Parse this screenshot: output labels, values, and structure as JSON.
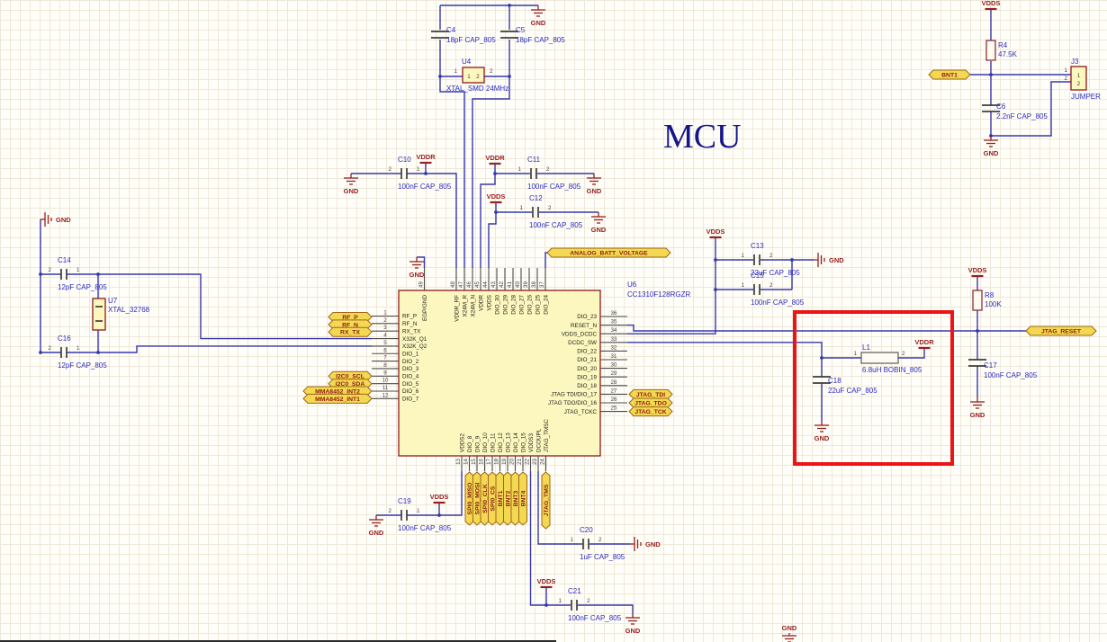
{
  "title": "MCU",
  "power": {
    "vdds": "VDDS",
    "vddr": "VDDR",
    "gnd": "GND"
  },
  "pin_numbers": {
    "p1": "1",
    "p2": "2"
  },
  "components": {
    "C4": {
      "ref": "C4",
      "value": "18pF CAP_805"
    },
    "C5": {
      "ref": "C5",
      "value": "18pF CAP_805"
    },
    "U4": {
      "ref": "U4",
      "value": "XTAL_SMD 24MHz"
    },
    "C6": {
      "ref": "C6",
      "value": "2.2nF CAP_805"
    },
    "R4": {
      "ref": "R4",
      "value": "47.5K"
    },
    "J3": {
      "ref": "J3",
      "value": "JUMPER"
    },
    "C14": {
      "ref": "C14",
      "value": "12pF CAP_805"
    },
    "C16": {
      "ref": "C16",
      "value": "12pF CAP_805"
    },
    "U7": {
      "ref": "U7",
      "value": "XTAL_32768"
    },
    "C10": {
      "ref": "C10",
      "value": "100nF CAP_805"
    },
    "C11": {
      "ref": "C11",
      "value": "100nF CAP_805"
    },
    "C12": {
      "ref": "C12",
      "value": "100nF CAP_805"
    },
    "C13": {
      "ref": "C13",
      "value": "22uF CAP_805"
    },
    "C15": {
      "ref": "C15",
      "value": "100nF CAP_805"
    },
    "U6": {
      "ref": "U6",
      "value": "CC1310F128RGZR"
    },
    "R8": {
      "ref": "R8",
      "value": "100K"
    },
    "C17": {
      "ref": "C17",
      "value": "100nF CAP_805"
    },
    "L1": {
      "ref": "L1",
      "value": "6.8uH BOBIN_805"
    },
    "C18": {
      "ref": "C18",
      "value": "22uF CAP_805"
    },
    "C19": {
      "ref": "C19",
      "value": "100nF CAP_805"
    },
    "C20": {
      "ref": "C20",
      "value": "1uF CAP_805"
    },
    "C21": {
      "ref": "C21",
      "value": "100nF CAP_805"
    }
  },
  "chip": {
    "pins_left": [
      {
        "num": "1",
        "name": "RF_P"
      },
      {
        "num": "2",
        "name": "RF_N"
      },
      {
        "num": "3",
        "name": "RX_TX"
      },
      {
        "num": "4",
        "name": "X32K_Q1"
      },
      {
        "num": "5",
        "name": "X32K_Q2"
      },
      {
        "num": "6",
        "name": "DIO_1"
      },
      {
        "num": "7",
        "name": "DIO_2"
      },
      {
        "num": "8",
        "name": "DIO_3"
      },
      {
        "num": "9",
        "name": "DIO_4"
      },
      {
        "num": "10",
        "name": "DIO_5"
      },
      {
        "num": "11",
        "name": "DIO_6"
      },
      {
        "num": "12",
        "name": "DIO_7"
      }
    ],
    "pins_right": [
      {
        "num": "36",
        "name": "DIO_23"
      },
      {
        "num": "35",
        "name": "RESET_N"
      },
      {
        "num": "34",
        "name": "VDDS_DCDC"
      },
      {
        "num": "33",
        "name": "DCDC_SW"
      },
      {
        "num": "32",
        "name": "DIO_22"
      },
      {
        "num": "31",
        "name": "DIO_21"
      },
      {
        "num": "30",
        "name": "DIO_20"
      },
      {
        "num": "29",
        "name": "DIO_19"
      },
      {
        "num": "28",
        "name": "DIO_18"
      },
      {
        "num": "27",
        "name": "JTAG TDI/DIO_17"
      },
      {
        "num": "26",
        "name": "JTAG TDO/DIO_16"
      },
      {
        "num": "25",
        "name": "JTAG_TCKC"
      }
    ],
    "pins_top": [
      {
        "num": "49",
        "name": "EGP/GND"
      },
      {
        "num": "48",
        "name": "VDDR_RF"
      },
      {
        "num": "47",
        "name": "X24M_R"
      },
      {
        "num": "46",
        "name": "X24M_N"
      },
      {
        "num": "45",
        "name": "VDDR"
      },
      {
        "num": "44",
        "name": "VDDS"
      },
      {
        "num": "43",
        "name": "DIO_30"
      },
      {
        "num": "42",
        "name": "DIO_29"
      },
      {
        "num": "41",
        "name": "DIO_28"
      },
      {
        "num": "40",
        "name": "DIO_27"
      },
      {
        "num": "39",
        "name": "DIO_26"
      },
      {
        "num": "38",
        "name": "DIO_25"
      },
      {
        "num": "37",
        "name": "DIO_24"
      }
    ],
    "pins_bottom": [
      {
        "num": "13",
        "name": "VDDS2"
      },
      {
        "num": "14",
        "name": "DIO_8"
      },
      {
        "num": "15",
        "name": "DIO_9"
      },
      {
        "num": "16",
        "name": "DIO_10"
      },
      {
        "num": "17",
        "name": "DIO_11"
      },
      {
        "num": "18",
        "name": "DIO_12"
      },
      {
        "num": "19",
        "name": "DIO_13"
      },
      {
        "num": "20",
        "name": "DIO_14"
      },
      {
        "num": "21",
        "name": "DIO_15"
      },
      {
        "num": "22",
        "name": "VDDS3"
      },
      {
        "num": "23",
        "name": "DCOUPL"
      },
      {
        "num": "24",
        "name": "JTAG_TMSC"
      }
    ]
  },
  "ports": {
    "rf_p": "RF_P",
    "rf_n": "RF_N",
    "rx_tx": "RX_TX",
    "i2c0_scl": "I2C0_SCL",
    "i2c0_sda": "I2C0_SDA",
    "mma8452_int2": "MMA8452_INT2",
    "mma8452_int1": "MMA8452_INT1",
    "analog_batt_voltage": "ANALOG_BATT_VOLTAGE",
    "jtag_tdi": "JTAG_TDI",
    "jtag_tdo": "JTAG_TDO",
    "jtag_tck": "JTAG_TCK",
    "jtag_reset": "JTAG_RESET",
    "bnt1": "BNT1",
    "bnt2": "BNT2",
    "bnt3": "BNT3",
    "bnt4": "BNT4",
    "spi0_miso": "SPI0_MISO",
    "spi0_mosi": "SPI0_MOSI",
    "spi0_clk": "SPI0_CLK",
    "spi0_cs": "SPI0_CS",
    "jtag_tms": "JTAG_TMS"
  }
}
